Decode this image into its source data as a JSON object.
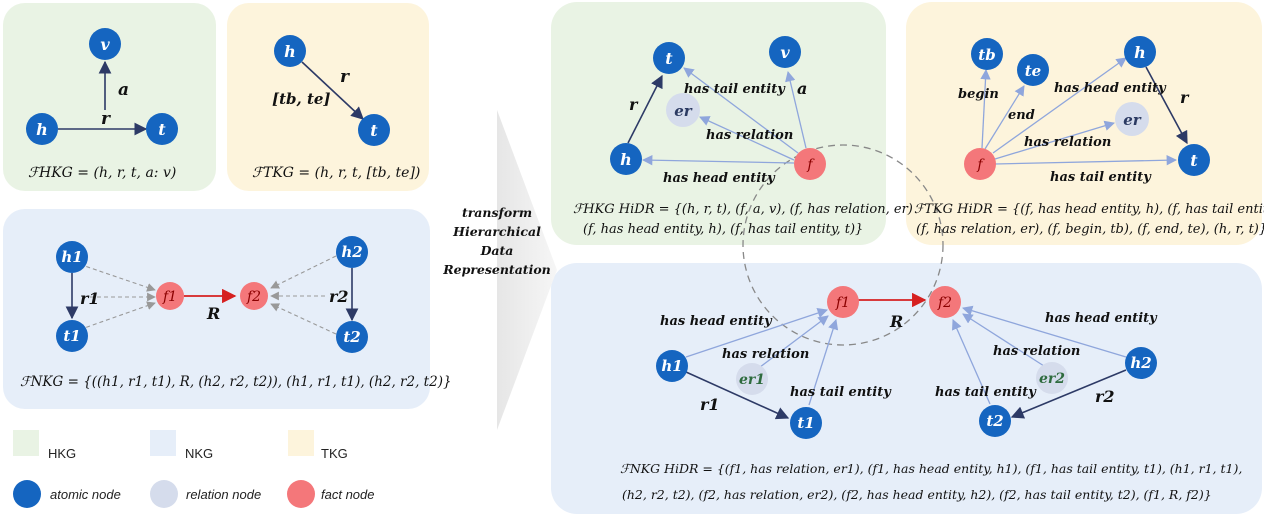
{
  "colors": {
    "hkg_bg": "#e9f3e4",
    "nkg_bg": "#e6eef9",
    "tkg_bg": "#fdf4dc",
    "atomic": "#1565c0",
    "relation": "#d5dcec",
    "fact": "#f4777a",
    "edge_dark": "#2d3a66",
    "edge_light": "#8fa6dc",
    "fact_edge": "#d62020"
  },
  "center_text": [
    "transform",
    "Hierarchical",
    "Data",
    "Representation"
  ],
  "hkg": {
    "nodes": {
      "v": "v",
      "h": "h",
      "t": "t"
    },
    "labels": {
      "a": "a",
      "r": "r"
    },
    "formula": "ℱHKG = (h, r, t, a: v)"
  },
  "tkg": {
    "nodes": {
      "h": "h",
      "t": "t"
    },
    "labels": {
      "r": "r",
      "time": "[tb, te]"
    },
    "formula": "ℱTKG = (h, r, t, [tb, te])"
  },
  "nkg": {
    "nodes": {
      "h1": "h1",
      "t1": "t1",
      "h2": "h2",
      "t2": "t2",
      "f1": "f1",
      "f2": "f2"
    },
    "labels": {
      "r1": "r1",
      "r2": "r2",
      "R": "R"
    },
    "formula": "ℱNKG = {((h1, r1, t1), R, (h2, r2, t2)), (h1, r1, t1), (h2, r2, t2)}"
  },
  "hidr_hkg": {
    "nodes": {
      "t": "t",
      "v": "v",
      "h": "h",
      "f": "f",
      "er": "er"
    },
    "labels": {
      "has_tail": "has tail entity",
      "has_relation": "has relation",
      "has_head": "has head entity",
      "a": "a",
      "r": "r"
    },
    "formula_line1": "ℱHKG HiDR = {(h, r, t), (f, a, v), (f, has relation, er)",
    "formula_line2": "(f, has head entity, h), (f, has tail entity, t)}"
  },
  "hidr_tkg": {
    "nodes": {
      "tb": "tb",
      "te": "te",
      "h": "h",
      "f": "f",
      "er": "er",
      "t": "t"
    },
    "labels": {
      "begin": "begin",
      "end": "end",
      "has_head": "has head entity",
      "has_relation": "has relation",
      "has_tail": "has tail entity",
      "r": "r"
    },
    "formula_line1": "ℱTKG HiDR = {(f, has head entity, h), (f, has tail entity, t)",
    "formula_line2": "(f, has relation, er), (f, begin, tb), (f, end, te), (h, r, t)}"
  },
  "hidr_nkg": {
    "nodes": {
      "f1": "f1",
      "f2": "f2",
      "h1": "h1",
      "t1": "t1",
      "h2": "h2",
      "t2": "t2",
      "er1": "er1",
      "er2": "er2"
    },
    "labels": {
      "has_head_left": "has head entity",
      "has_relation_left": "has relation",
      "has_tail_left": "has tail entity",
      "has_head_right": "has head entity",
      "has_relation_right": "has relation",
      "has_tail_right": "has tail entity",
      "R": "R",
      "r1": "r1",
      "r2": "r2"
    },
    "formula_line1": "ℱNKG HiDR = {(f1, has relation, er1), (f1, has head entity, h1), (f1, has tail entity, t1), (h1, r1, t1),",
    "formula_line2": "(h2, r2, t2), (f2, has relation, er2), (f2, has head entity, h2), (f2, has tail entity, t2), (f1, R, f2)}"
  },
  "legend": {
    "hkg": "HKG",
    "nkg": "NKG",
    "tkg": "TKG",
    "atomic": "atomic node",
    "relation": "relation node",
    "fact": "fact node"
  }
}
